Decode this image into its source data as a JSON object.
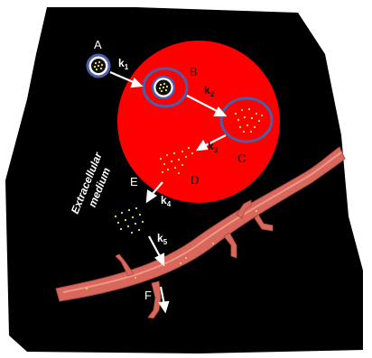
{
  "labels": {
    "A": "A",
    "B": "B",
    "C": "C",
    "D": "D",
    "E": "E",
    "F": "F"
  },
  "rates": {
    "k1": "k",
    "k1_sub": "1",
    "k2": "k",
    "k2_sub": "2",
    "k3": "k",
    "k3_sub": "3",
    "k4": "k",
    "k4_sub": "4",
    "k5": "k",
    "k5_sub": "5"
  },
  "medium": {
    "line1": "Extracellular",
    "line2": "medium"
  },
  "colors": {
    "background": "#000000",
    "cell": "#ff0000",
    "vesicle_ring": "#4a5fa8",
    "particle": "#f2e64a",
    "vessel": "#d9685c",
    "arrow": "#ffffff"
  }
}
